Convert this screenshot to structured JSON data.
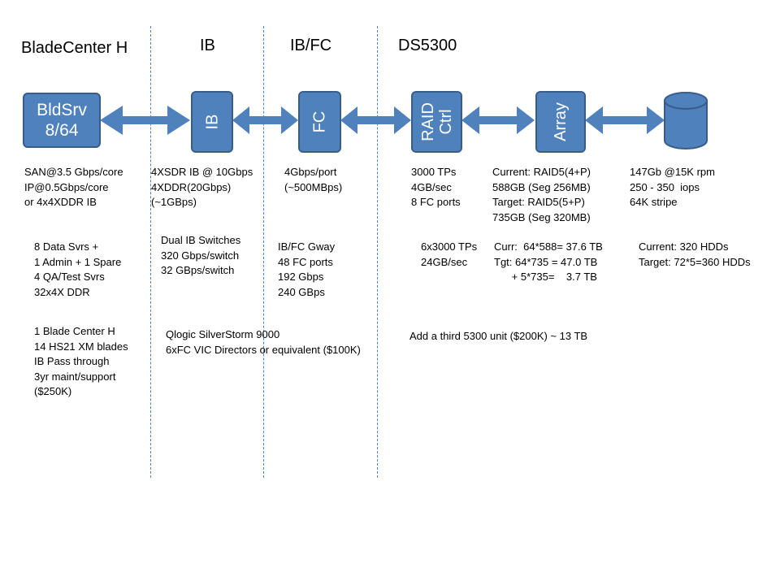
{
  "headers": {
    "bladecenter": "BladeCenter H",
    "ib": "IB",
    "ibfc": "IB/FC",
    "ds5300": "DS5300"
  },
  "nodes": {
    "bldsrv": {
      "line1": "BldSrv",
      "line2": "8/64"
    },
    "ib": "IB",
    "fc": "FC",
    "raid": {
      "line1": "RAID",
      "line2": "Ctrl"
    },
    "array": "Array"
  },
  "specs": {
    "bladecenter": [
      "SAN@3.5 Gbps/core",
      "IP@0.5Gbps/core",
      "or 4x4XDDR IB"
    ],
    "ib": [
      "4XSDR IB @ 10Gbps",
      "4XDDR(20Gbps)",
      "(~1GBps)"
    ],
    "fc": [
      "4Gbps/port",
      "(~500MBps)"
    ],
    "raid": [
      "3000 TPs",
      "4GB/sec",
      "8 FC ports"
    ],
    "array": [
      "Current: RAID5(4+P)",
      "588GB (Seg 256MB)",
      "Target: RAID5(5+P)",
      "735GB (Seg 320MB)"
    ],
    "disk": [
      "147Gb @15K rpm",
      "250 - 350  iops",
      "64K stripe"
    ]
  },
  "counts": {
    "servers": [
      "8 Data Svrs +",
      "1 Admin + 1 Spare",
      "4 QA/Test Svrs",
      "32x4X DDR"
    ],
    "switches": [
      "Dual IB Switches",
      "320 Gbps/switch",
      "32 GBps/switch"
    ],
    "gateway": [
      "IB/FC Gway",
      "48 FC ports",
      "192 Gbps",
      "240 GBps"
    ],
    "raid": [
      "6x3000 TPs",
      "24GB/sec"
    ],
    "capacity": [
      "Curr:  64*588= 37.6 TB",
      "Tgt: 64*735 = 47.0 TB",
      "      + 5*735=    3.7 TB"
    ],
    "hdds": [
      "Current: 320 HDDs",
      "Target: 72*5=360 HDDs"
    ]
  },
  "costs": {
    "bladecenter": [
      "1 Blade Center H",
      "14 HS21 XM blades",
      "IB Pass through",
      "3yr maint/support",
      "($250K)"
    ],
    "qlogic": [
      "Qlogic SilverStorm 9000",
      "6xFC VIC Directors or equivalent ($100K)"
    ],
    "ds5300": "Add a third 5300 unit ($200K) ~ 13 TB"
  },
  "colors": {
    "shape_fill": "#4f81bd",
    "shape_border": "#385d8a",
    "arrow": "#4f81bd",
    "divider": "#4f81bd"
  },
  "icons": {
    "disk": "cylinder-icon"
  }
}
